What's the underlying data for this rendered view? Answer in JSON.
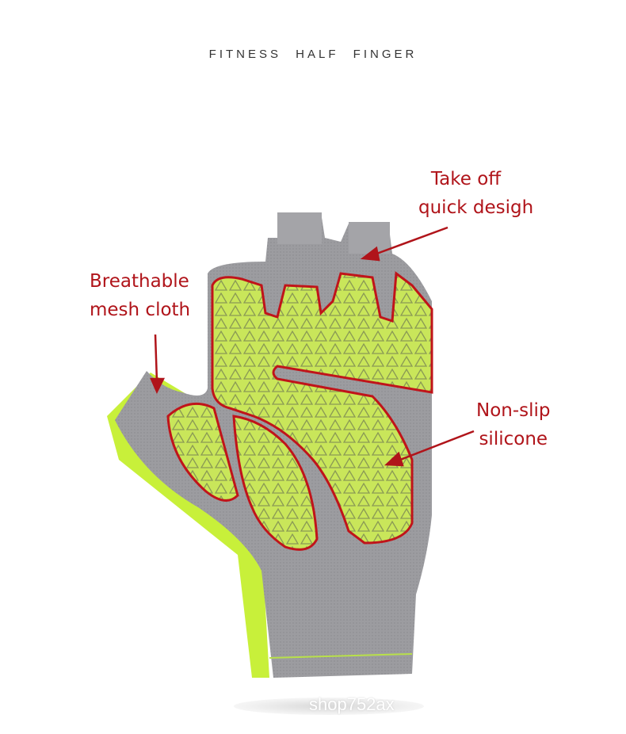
{
  "title": "FITNESS  HALF FINGER",
  "callouts": {
    "take_off": [
      "Take off",
      "quick desigh"
    ],
    "breathable": [
      "Breathable",
      "mesh cloth"
    ],
    "non_slip": [
      "Non-slip",
      "silicone"
    ]
  },
  "watermark": "shop752ax",
  "colors": {
    "accent": "#b0141a",
    "glove_gray": "#9a9a9e",
    "lime": "#c8f03a"
  }
}
